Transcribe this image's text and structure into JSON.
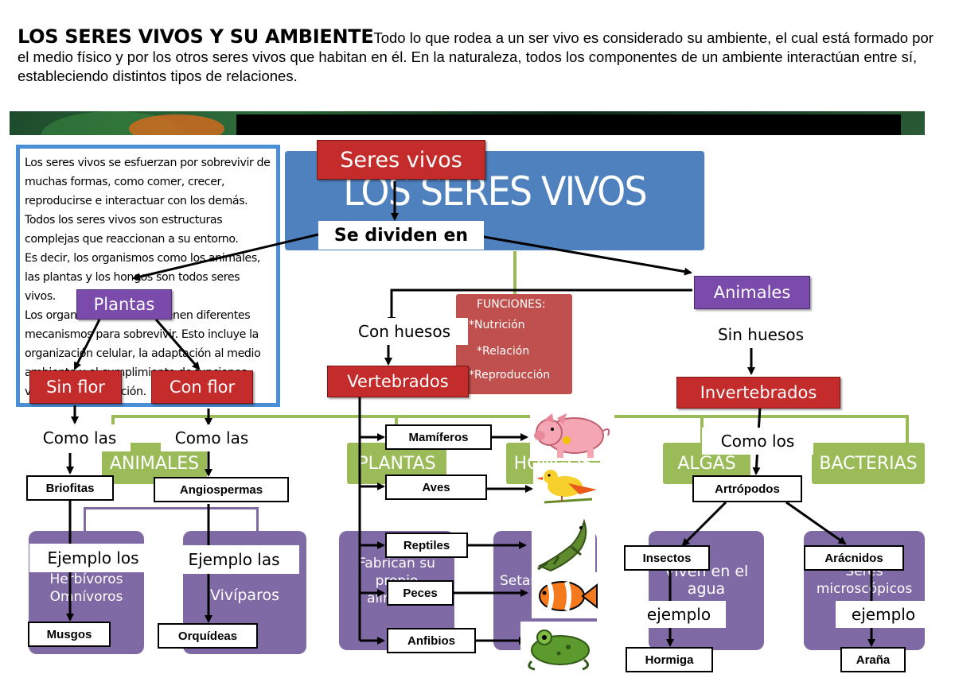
{
  "header": {
    "title": "LOS SERES VIVOS Y SU AMBIENTE",
    "intro": "Todo lo que rodea a un ser vivo es considerado su ambiente, el cual está formado por el medio físico y por los otros seres vivos que habitan en él. En la naturaleza, todos los componentes de un ambiente interactúan entre sí, estableciendo distintos tipos de relaciones."
  },
  "background_slide": {
    "title": "LOS SERES VIVOS",
    "categories": [
      "ANIMALES",
      "PLANTAS",
      "HONGOS",
      "ALGAS",
      "BACTERIAS"
    ],
    "animales_list": [
      "Herbívoros",
      "Omnívoros"
    ],
    "viviparos": "Vivíparos",
    "plantas_text": "Fabrican su propio alimento",
    "hongos_text": "Setas",
    "algas_text": "Viven en el agua",
    "bacterias_text": "Seres microscópicos",
    "functions": {
      "heading": "FUNCIONES:",
      "items": [
        "*Nutrición",
        "*Relación",
        "*Reproducción"
      ]
    }
  },
  "text_panel": {
    "paragraph1": "Los seres vivos se esfuerzan por sobrevivir de muchas formas, como comer, crecer, reproducirse e interactuar con los demás. Todos los seres vivos son estructuras complejas que reaccionan a su entorno.",
    "paragraph2": "Es decir, los organismos como los animales, las plantas y los hongos son todos seres vivos.",
    "paragraph3": "Los organismos también tienen diferentes mecanismos para sobrevivir. Esto incluye la organización celular, la adaptación al medio ambiente y el cumplimiento de funciones vitales como nutrición."
  },
  "map": {
    "root": "Seres vivos",
    "divide": "Se dividen en",
    "plantas": "Plantas",
    "animales": "Animales",
    "sin_flor": "Sin flor",
    "con_flor": "Con flor",
    "como_las_1": "Como las",
    "como_las_2": "Como las",
    "briofitas": "Briofitas",
    "angiospermas": "Angiospermas",
    "ejemplo_los": "Ejemplo los",
    "ejemplo_las": "Ejemplo las",
    "musgos": "Musgos",
    "orquideas": "Orquídeas",
    "con_huesos": "Con huesos",
    "sin_huesos": "Sin huesos",
    "vertebrados": "Vertebrados",
    "invertebrados": "Invertebrados",
    "vert_classes": [
      "Mamíferos",
      "Aves",
      "Reptiles",
      "Peces",
      "Anfibios"
    ],
    "como_los": "Como los",
    "artropodos": "Artrópodos",
    "insectos": "Insectos",
    "aracnidos": "Arácnidos",
    "ejemplo_1": "ejemplo",
    "ejemplo_2": "ejemplo",
    "hormiga": "Hormiga",
    "arana": "Araña"
  },
  "colors": {
    "red_node": "#c42b2b",
    "purple_node": "#7a4bab",
    "slide_blue": "#4e81bd",
    "slide_green": "#9bbb59",
    "slide_purple": "#7f6aa6",
    "panel_border": "#4a8fd6"
  },
  "images": [
    "pig-icon",
    "bird-icon",
    "crocodile-icon",
    "clownfish-icon",
    "frog-icon"
  ]
}
